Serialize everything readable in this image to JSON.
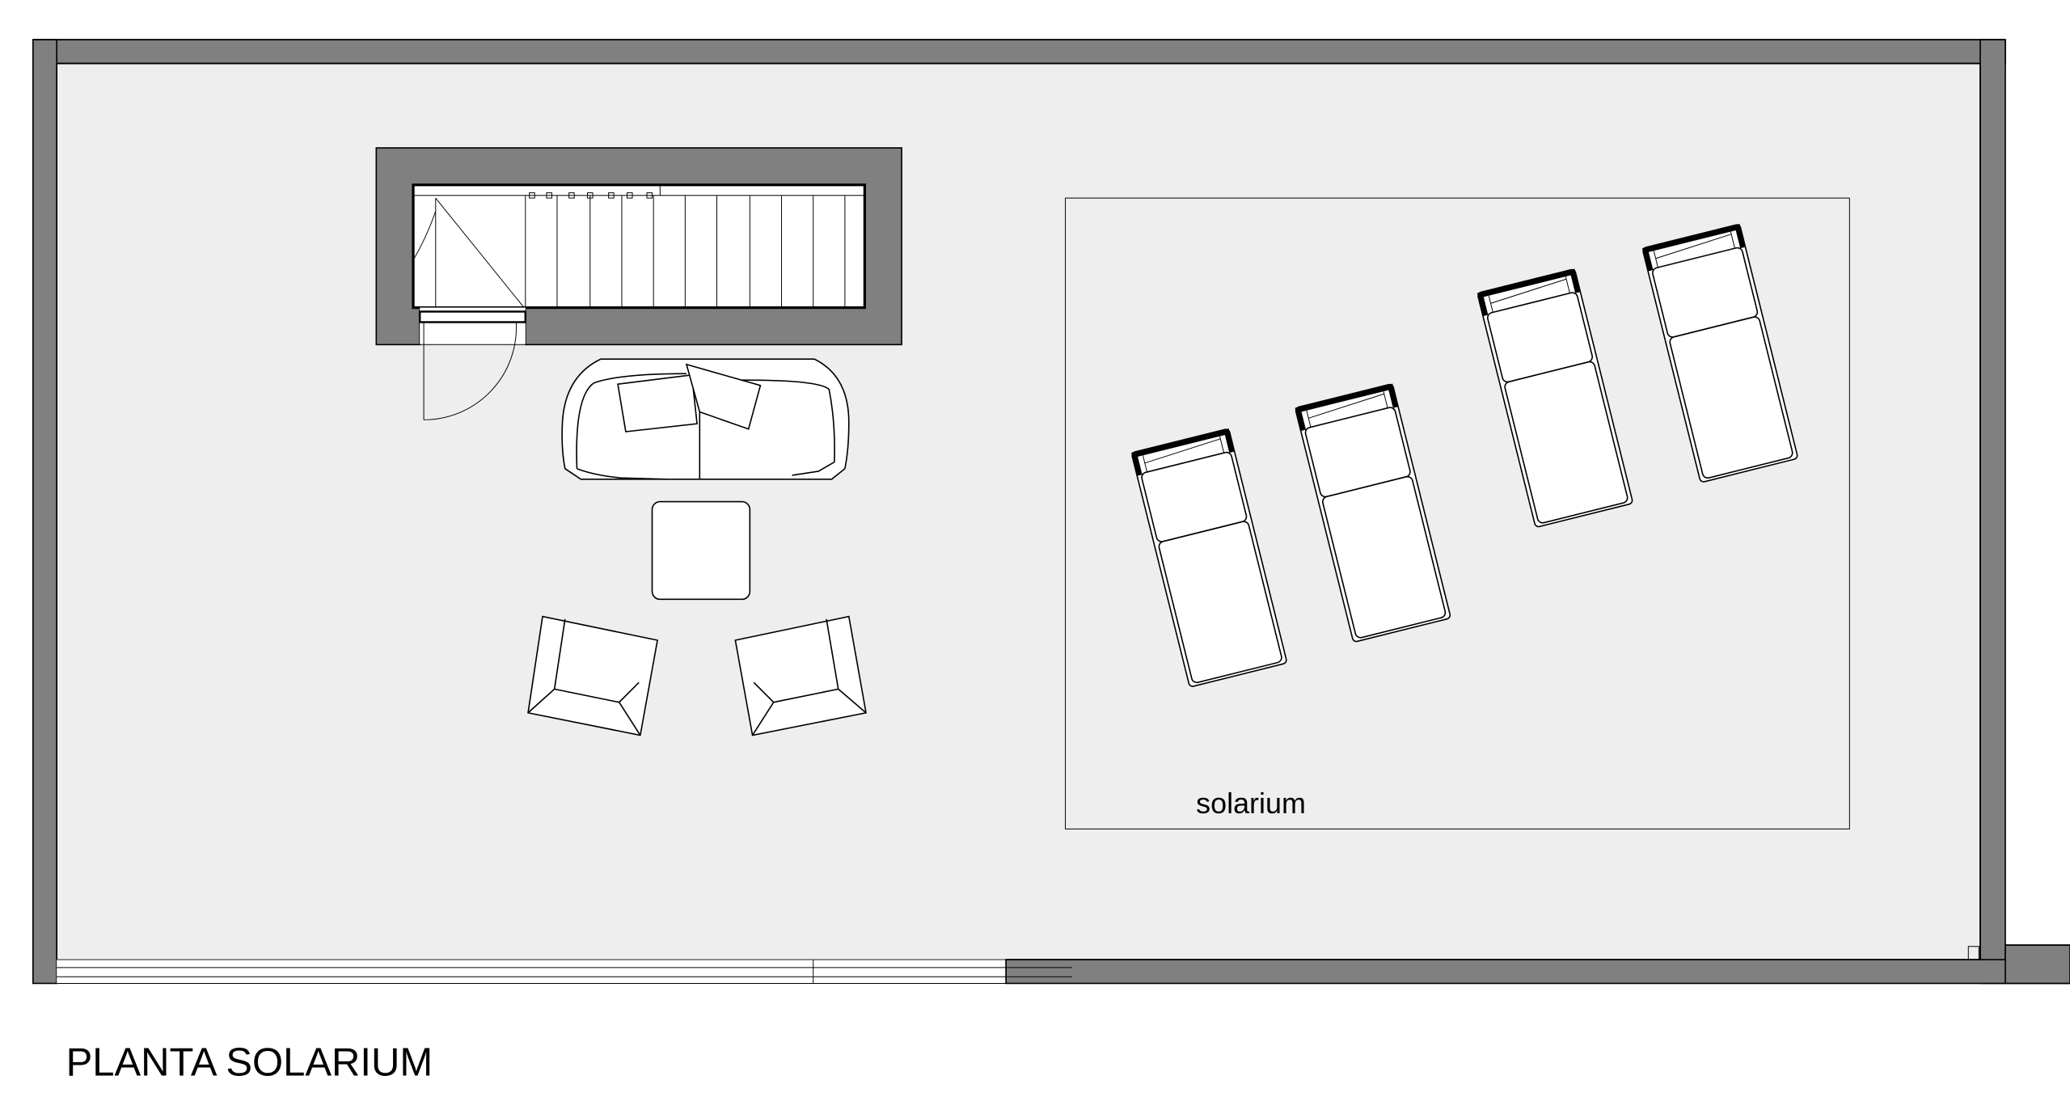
{
  "plan": {
    "title": "PLANTA SOLARIUM",
    "zone_label": "solarium",
    "colors": {
      "floor": "#eeeeee",
      "wall": "#808080",
      "furniture": "#ffffff",
      "line": "#000000"
    },
    "furniture": {
      "loungers": 4,
      "armchairs": 2,
      "sofa": 1,
      "table": 1
    }
  }
}
